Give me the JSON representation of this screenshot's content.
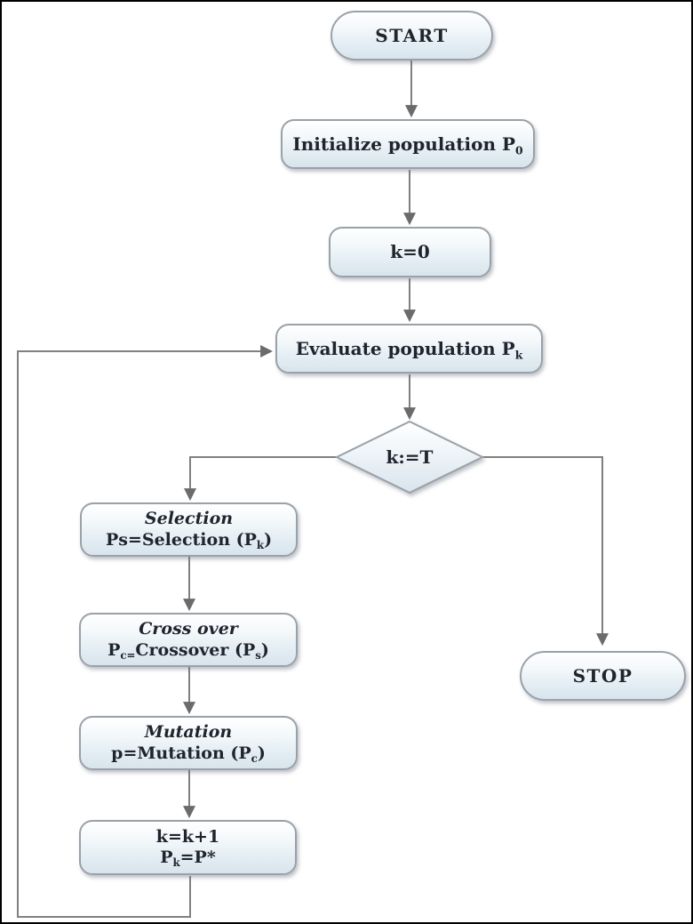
{
  "style": {
    "node_fill_top": "#ffffff",
    "node_fill_bottom": "#d8e4ec",
    "node_border": "#9aa1a8",
    "connector_color": "#808080",
    "arrow_color": "#6b6b6b",
    "text_color": "#20242e",
    "canvas_background": "#ffffff",
    "frame_border": "#000000"
  },
  "nodes": {
    "start": {
      "label": "START"
    },
    "initialize": {
      "pre": "Initialize population P",
      "sub": "0"
    },
    "k0": {
      "label": "k=0"
    },
    "evaluate": {
      "pre": "Evaluate population P",
      "sub": "k"
    },
    "decision": {
      "label": "k:=T"
    },
    "selection": {
      "title": "Selection",
      "line2_pre": "Ps=Selection (P",
      "line2_sub": "k",
      "line2_post": ")"
    },
    "crossover": {
      "title": "Cross over",
      "line2_pre": "P",
      "line2_sub1": "c=",
      "line2_mid": "Crossover (P",
      "line2_sub2": "s",
      "line2_post": ")"
    },
    "mutation": {
      "title": "Mutation",
      "line2_pre": "p=Mutation (P",
      "line2_sub": "c",
      "line2_post": ")"
    },
    "increment": {
      "line1": "k=k+1",
      "line2_pre": "P",
      "line2_sub": "k",
      "line2_post": "=P*"
    },
    "stop": {
      "label": "STOP"
    }
  }
}
